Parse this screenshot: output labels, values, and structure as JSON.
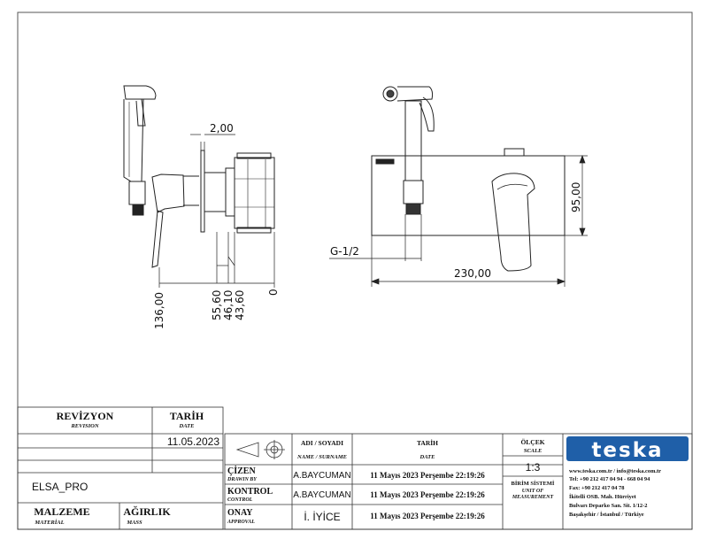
{
  "dimensions": {
    "thickness": "2,00",
    "height": "95,00",
    "width": "230,00",
    "thread": "G-1/2",
    "left_offsets": [
      "136,00",
      "55,60",
      "46,10",
      "43,60",
      "0"
    ]
  },
  "revision_block": {
    "revision_label": "REVİZYON",
    "revision_sub": "REVISION",
    "date_label": "TARİH",
    "date_sub": "DATE",
    "date_value": "11.05.2023",
    "part_name": "ELSA_PRO",
    "material_label": "MALZEME",
    "material_sub": "MATERİAL",
    "weight_label": "AĞIRLIK",
    "weight_sub": "MASS"
  },
  "title_block": {
    "name_header": "ADI / SOYADI",
    "name_sub": "NAME / SURNAME",
    "date_header": "TARİH",
    "date_sub": "DATE",
    "rows": [
      {
        "role": "ÇİZEN",
        "role_sub": "DRAWIN BY",
        "name": "A.BAYCUMAN",
        "date": "11 Mayıs 2023 Perşembe 22:19:26"
      },
      {
        "role": "KONTROL",
        "role_sub": "CONTROL",
        "name": "A.BAYCUMAN",
        "date": "11 Mayıs 2023 Perşembe 22:19:26"
      },
      {
        "role": "ONAY",
        "role_sub": "APPROVAL",
        "name": "İ. İYİCE",
        "date": "11 Mayıs 2023 Perşembe 22:19:26"
      }
    ],
    "scale_label": "ÖLÇEK",
    "scale_sub": "SCALE",
    "scale_value": "1:3",
    "units_label": "BİRİM SİSTEMİ",
    "units_sub1": "UNIT OF",
    "units_sub2": "MEASUREMENT"
  },
  "company": {
    "logo": "teska",
    "brand_color": "#1f5fa8",
    "contact": [
      "www.teska.com.tr / info@teska.com.tr",
      "Tel:  +90 212 417 04 94 - 668 04 94",
      "Fax: +90 212 417 04 78",
      "İkitelli OSB. Mah. Hürriyet",
      "Bulvarı Deparko San. Sit. 1/12-2",
      "Başakşehir / İstanbul / Türkiye"
    ]
  }
}
